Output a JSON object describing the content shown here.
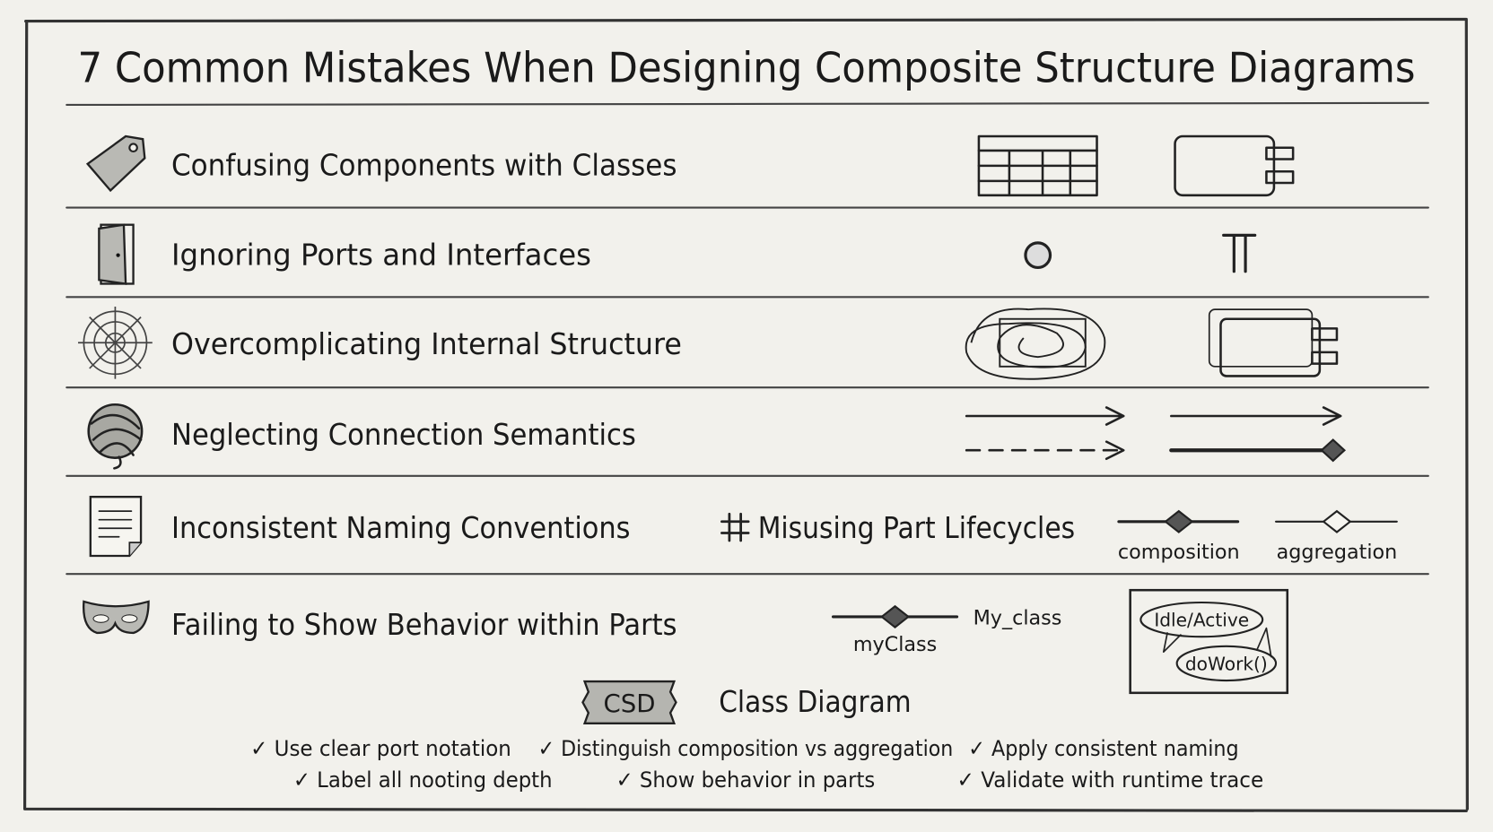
{
  "title": "7 Common Mistakes When Designing Composite Structure Diagrams",
  "rows": [
    {
      "label": "Confusing Components with Classes",
      "icon": "tag-icon"
    },
    {
      "label": "Ignoring Ports and Interfaces",
      "icon": "door-icon"
    },
    {
      "label": "Overcomplicating Internal Structure",
      "icon": "spider-web-icon"
    },
    {
      "label": "Neglecting Connection Semantics",
      "icon": "yarn-ball-icon"
    },
    {
      "label": "Inconsistent Naming Conventions",
      "icon": "document-icon"
    },
    {
      "label": "Failing to Show Behavior within Parts",
      "icon": "mask-icon"
    }
  ],
  "lifecycle": {
    "label": "Misusing Part Lifecycles",
    "icon": "lifecycle-icon",
    "composition": "composition",
    "aggregation": "aggregation"
  },
  "naming": {
    "lower": "myClass",
    "upper": "My_class"
  },
  "behavior": {
    "state": "Idle/Active",
    "operation": "doWork()"
  },
  "badge": {
    "label": "CSD",
    "caption": "Class Diagram"
  },
  "tips": [
    "✓ Use clear port notation",
    "✓ Distinguish composition vs aggregation",
    "✓ Apply consistent naming",
    "✓ Label all nooting depth",
    "✓ Show behavior in parts",
    "✓ Validate with runtime trace"
  ]
}
